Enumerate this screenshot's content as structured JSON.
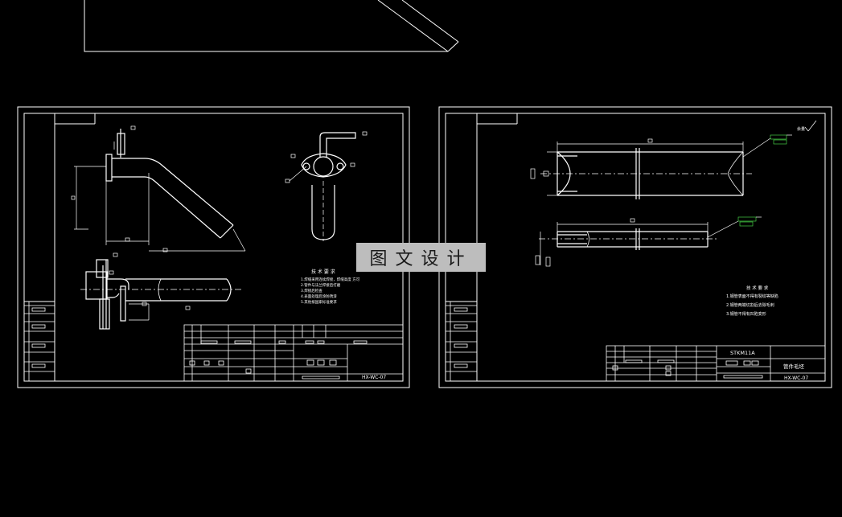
{
  "drawing": {
    "left_sheet": {
      "tech_title": "技 术 要 求",
      "tech_lines": [
        "1.焊缝采用连续焊接，焊缝高度 方可",
        "2.管件与法兰焊接后打磨",
        "3.焊接后检查",
        "4.表面处理后涂防锈漆",
        "5.其他按国家标准要求"
      ],
      "drawing_no": "HX-WC-07"
    },
    "right_sheet": {
      "tech_title": "技 术 要 求",
      "tech_lines": [
        "1.钢管表面不得有裂纹等缺陷",
        "2.钢管两端切割后去除毛刺",
        "3.钢管不得有凹陷变形"
      ],
      "material": "STKM11A",
      "part_name": "管件毛坯",
      "drawing_no": "HX-WC-07",
      "roughness_note": "余量"
    },
    "watermark": "图文设计"
  }
}
